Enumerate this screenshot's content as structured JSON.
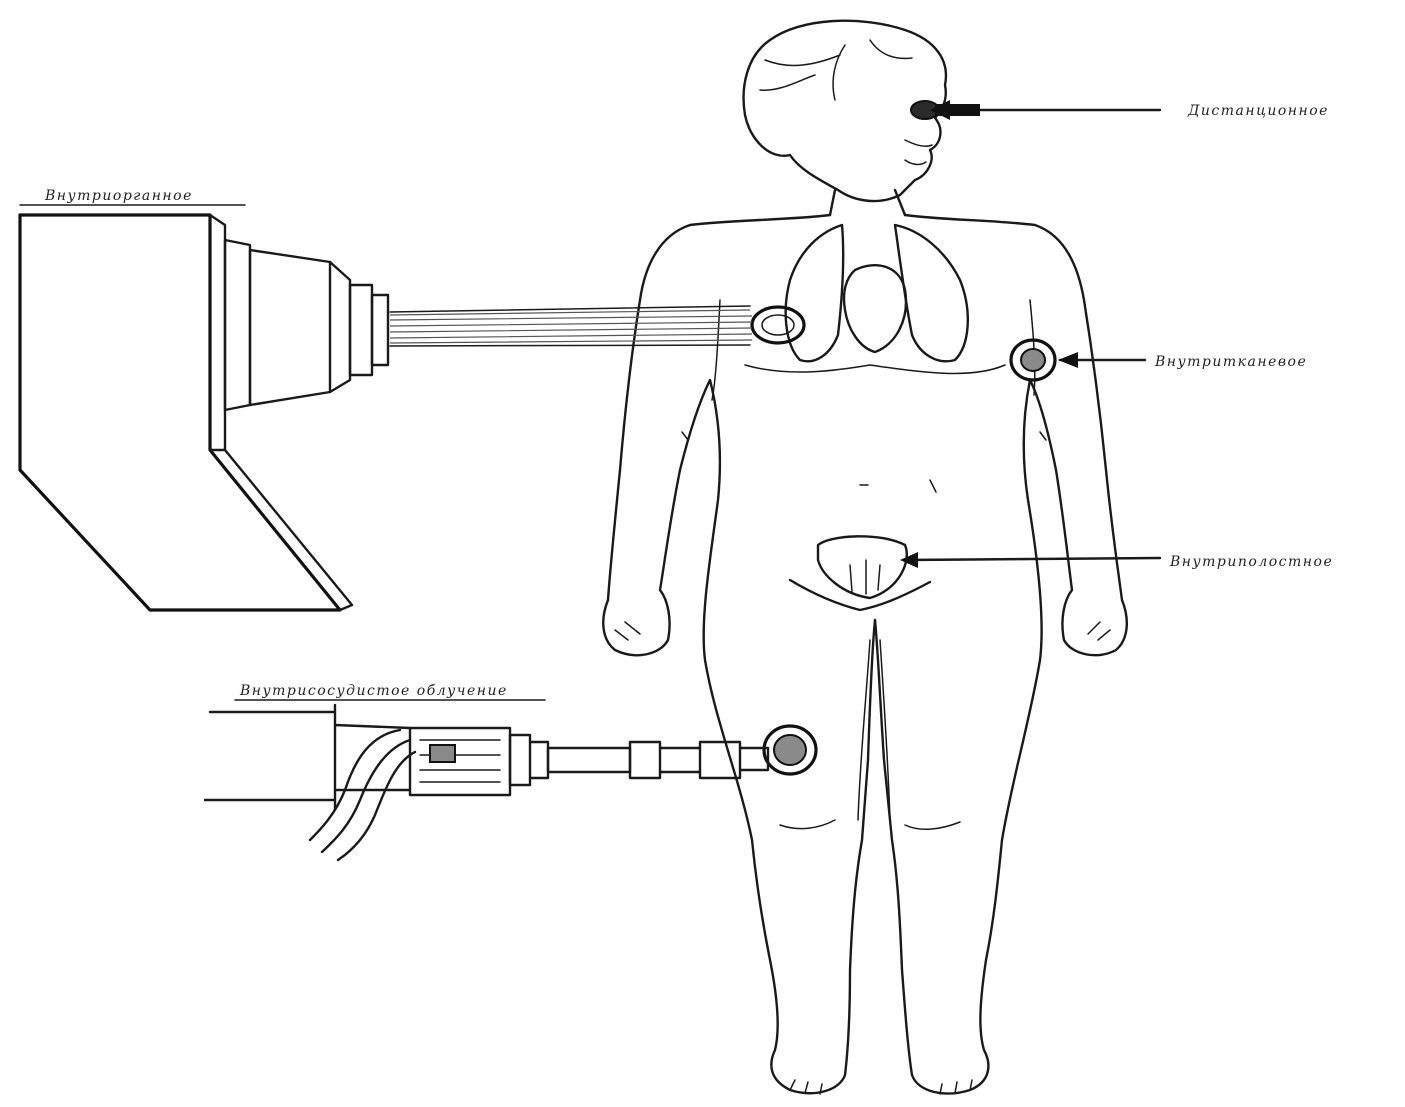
{
  "labels": {
    "external_top_right": "Дистанционное",
    "left_device": "Внутриорганное",
    "arm": "Внутритканевое",
    "pelvis": "Внутриполостное",
    "lower_device": "Внутрисосудистое облучение"
  },
  "colors": {
    "ink": "#1a1a1a",
    "background": "#ffffff"
  }
}
